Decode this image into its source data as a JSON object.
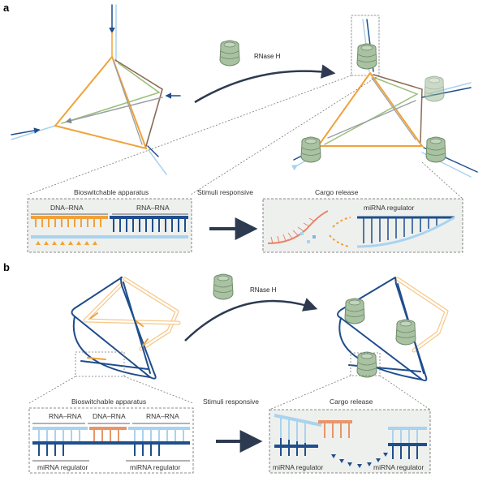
{
  "panel_a": {
    "label": "a",
    "enzyme": "RNase H",
    "bioswitchable": "Bioswitchable apparatus",
    "stimuli": "Stimuli responsive",
    "cargo": "Cargo release",
    "dna_rna": "DNA–RNA",
    "rna_rna": "RNA–RNA",
    "mirna": "miRNA regulator"
  },
  "panel_b": {
    "label": "b",
    "enzyme": "RNase H",
    "bioswitchable": "Bioswitchable apparatus",
    "stimuli": "Stimuli responsive",
    "cargo": "Cargo release",
    "rna_rna_left": "RNA–RNA",
    "dna_rna": "DNA–RNA",
    "rna_rna_right": "RNA–RNA",
    "mirna_1": "miRNA regulator",
    "mirna_2": "miRNA regulator",
    "mirna_3": "miRNA regulator",
    "mirna_4": "miRNA regulator"
  },
  "colors": {
    "dark_blue": "#1f4e8c",
    "light_blue": "#a9d3ee",
    "orange": "#f0a23a",
    "light_orange": "#f6c98a",
    "brown": "#8a6a55",
    "green": "#9dbf7a",
    "grey": "#9aa0a8",
    "enzyme_green": "#9fb79a",
    "arrow": "#3b4558"
  }
}
